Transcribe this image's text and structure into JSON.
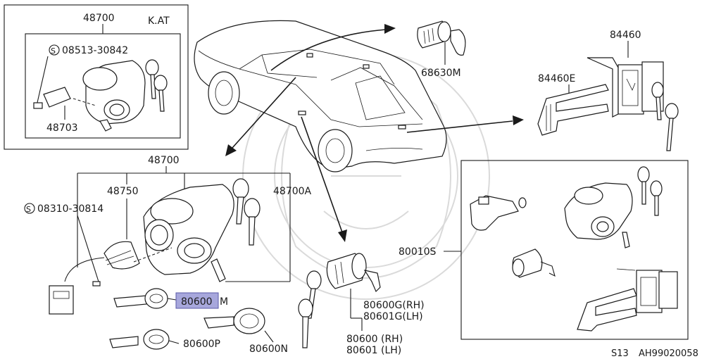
{
  "labels": {
    "p48700_top": "48700",
    "k_at": "K.AT",
    "s08513": "08513-30842",
    "p48703": "48703",
    "p48700_mid": "48700",
    "p48750": "48750",
    "s08310": "08310-30814",
    "p48700a": "48700A",
    "p80600m": "80600",
    "p80600m_suffix": "M",
    "p80600p": "80600P",
    "p80600n": "80600N",
    "p68630m": "68630M",
    "p84460": "84460",
    "p84460e": "84460E",
    "p80010s": "80010S",
    "p80600g": "80600G(RH)",
    "p80601g": "80601G(LH)",
    "p80600": "80600 (RH)",
    "p80601": "80601 (LH)",
    "footer_left": "S13",
    "footer_right": "AH99020058",
    "screw_symbol": "S"
  },
  "colors": {
    "line": "#1a1a1a",
    "highlight": "#a7a7dc",
    "watermark": "#d6d6d6"
  }
}
